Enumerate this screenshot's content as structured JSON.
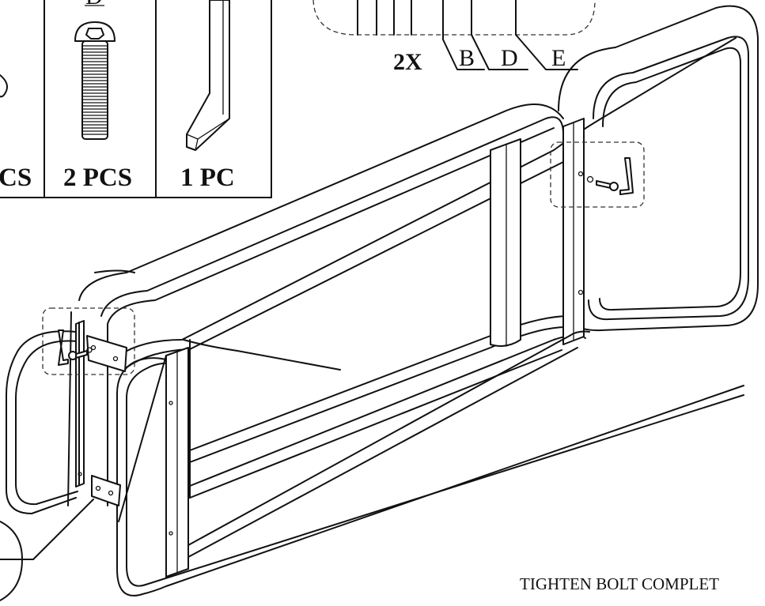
{
  "hardware_panel": {
    "items": [
      {
        "qty": "CS"
      },
      {
        "qty": "2 PCS",
        "part_letter": "D"
      },
      {
        "qty": "1 PC"
      }
    ]
  },
  "callout": {
    "multiplier": "2X",
    "labels": [
      "B",
      "D",
      "E"
    ]
  },
  "note": "TIGHTEN BOLT COMPLET"
}
